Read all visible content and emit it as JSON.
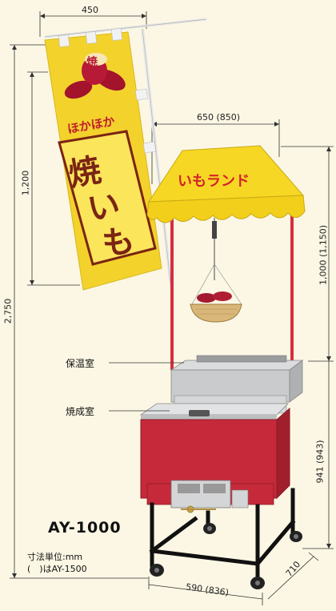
{
  "dimensions": {
    "width_flag": "450",
    "total_height": "2,750",
    "flag_height": "1,200",
    "canopy_width": "650 (850)",
    "canopy_height": "1,000 (1,150)",
    "body_height": "941 (943)",
    "width": "590 (836)",
    "depth": "710"
  },
  "flag": {
    "top_text": "ほかほか",
    "logo_char": "焼",
    "main_text": [
      "焼",
      "い",
      "も"
    ]
  },
  "canopy_text": "いもランド",
  "labels": {
    "warming": "保温室",
    "baking": "焼成室"
  },
  "model": "AY-1000",
  "unit_notes": [
    "寸法単位:mm",
    "(　)はAY-1500"
  ],
  "colors": {
    "flag_yellow": "#f3d22c",
    "flag_border": "#7a2414",
    "canopy_yellow": "#f6d824",
    "canopy_text": "#d4222a",
    "body_red": "#c62a3a",
    "steel": "#c9cbcc",
    "background": "#fbf7e4"
  }
}
